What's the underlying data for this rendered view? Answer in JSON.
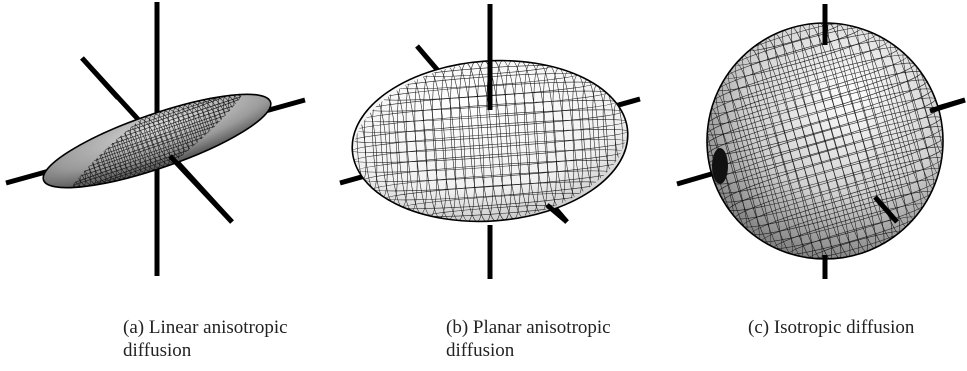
{
  "figure": {
    "panels": [
      {
        "caption": "(a) Linear anisotropic diffusion"
      },
      {
        "caption": "(b) Planar anisotropic diffusion"
      },
      {
        "caption": "(c) Isotropic diffusion"
      }
    ]
  }
}
